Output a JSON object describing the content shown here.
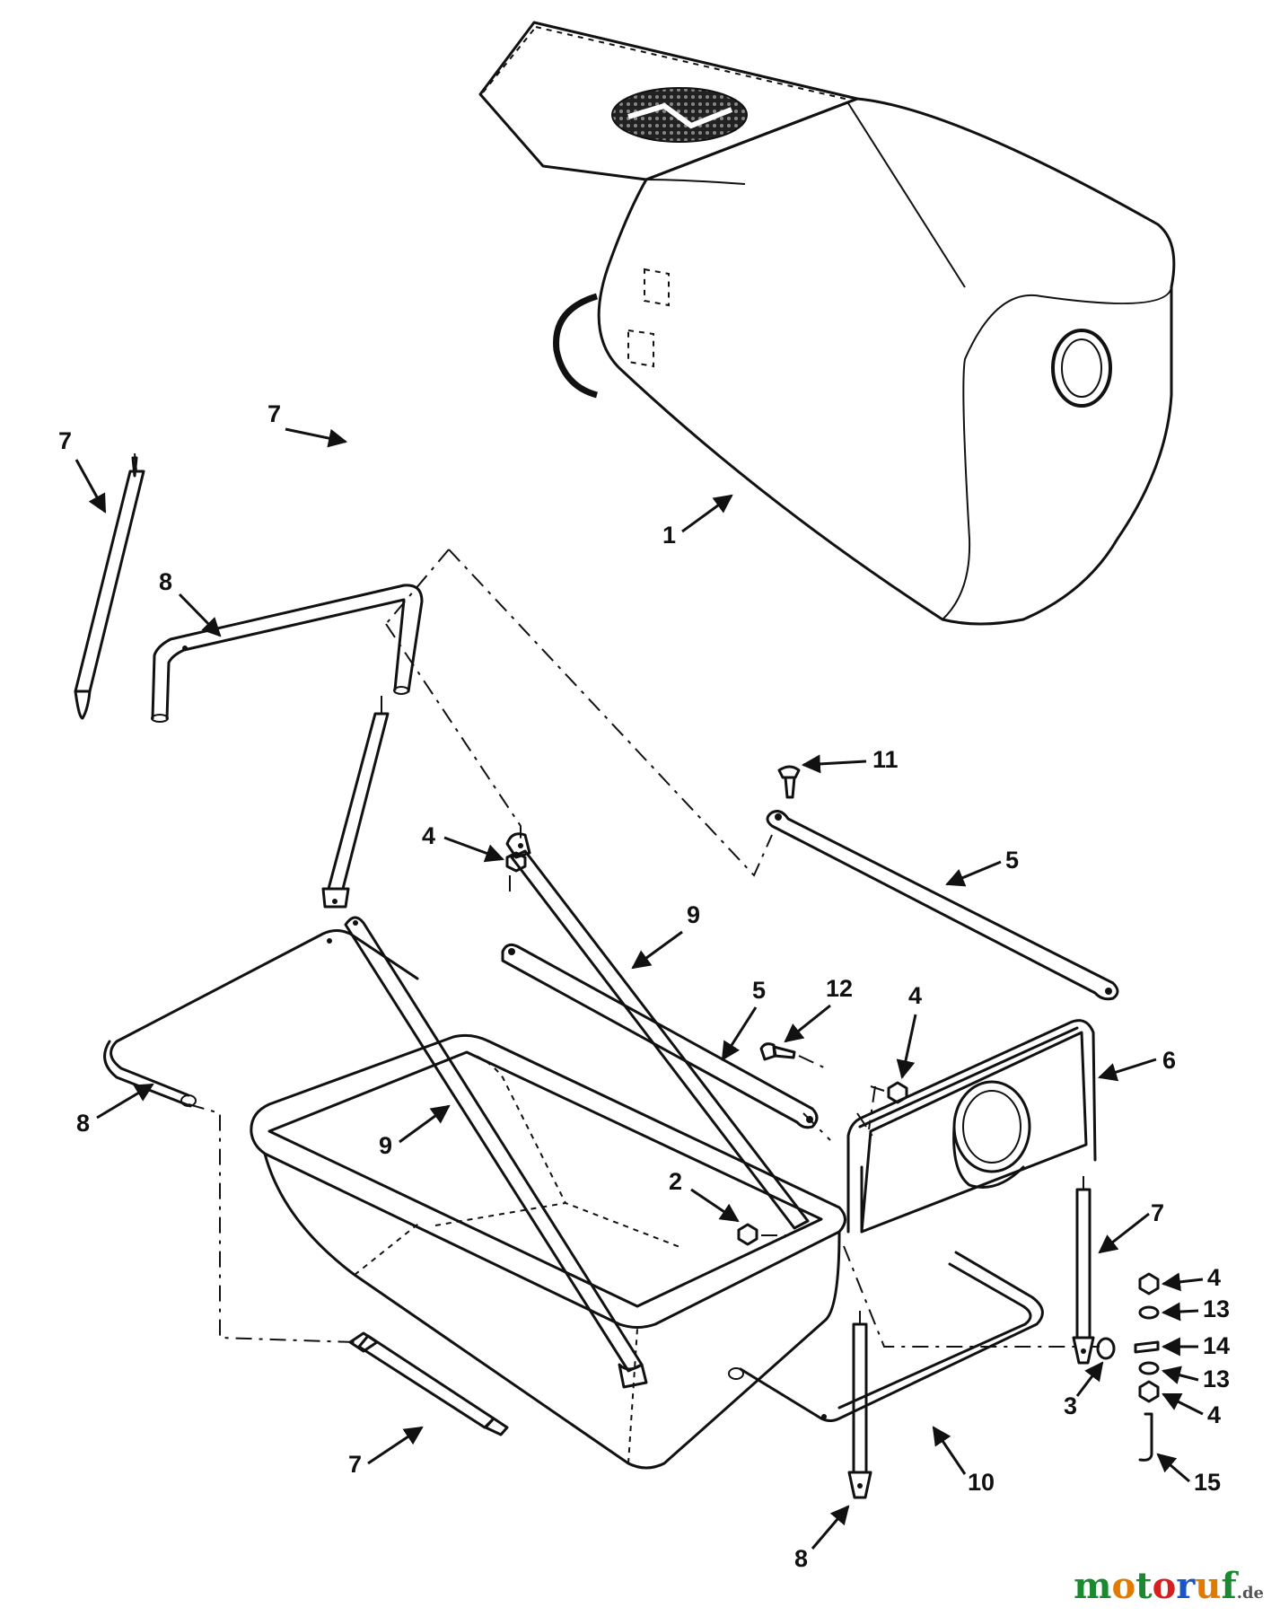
{
  "diagram": {
    "callouts": [
      "1",
      "8",
      "7",
      "7",
      "4",
      "11",
      "5",
      "9",
      "8",
      "9",
      "5",
      "12",
      "4",
      "6",
      "2",
      "7",
      "4",
      "13",
      "14",
      "13",
      "4",
      "3",
      "15",
      "10",
      "8",
      "7"
    ]
  },
  "watermark": {
    "text": "motoruf",
    "suffix": ".de",
    "letter_colors": [
      "#1a8a2e",
      "#e07b00",
      "#1a8a2e",
      "#d62020",
      "#1a55c8",
      "#e07b00",
      "#1a8a2e"
    ]
  }
}
